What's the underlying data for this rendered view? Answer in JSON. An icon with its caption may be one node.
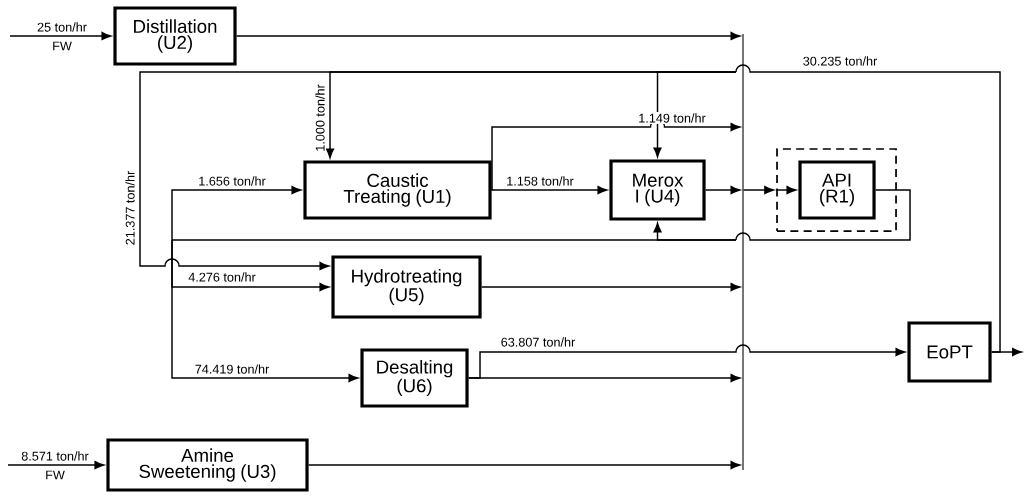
{
  "diagram": {
    "nodes": [
      {
        "text": [
          "Distillation (U2)"
        ]
      },
      {
        "text": [
          "Caustic Treating (U1)"
        ]
      },
      {
        "text": [
          "Merox I (U4)"
        ]
      },
      {
        "text": [],
        "shape": "box"
      },
      {
        "text": [
          "API (R1)"
        ],
        "in": 3
      },
      {
        "text": [
          "Hydrotreating (U5)"
        ]
      },
      {
        "text": [
          "Desalting (U6)"
        ]
      },
      {
        "text": [
          "EoPT"
        ]
      },
      {
        "text": [
          "Amine Sweetening (U3)"
        ]
      },
      {
        "text": [],
        "shape": "bar"
      }
    ],
    "edges": [
      {
        "from": null,
        "to": 0,
        "arrow": "to",
        "label": "25 ton/hr"
      },
      {
        "from": 0,
        "to": 9,
        "arrow": "to"
      },
      {
        "from": 1,
        "to": 2,
        "arrow": "to",
        "label": "1.158 ton/hr"
      },
      {
        "from": 1,
        "to": 9,
        "arrow": "to",
        "label": "1.149 ton/hr"
      },
      {
        "from": 2,
        "to": 9,
        "arrow": "to"
      },
      {
        "from": 9,
        "to": 3,
        "arrow": "to"
      },
      {
        "from": 3,
        "to": 4,
        "arrow": "to"
      },
      {
        "from": 4,
        "to": 2,
        "arrow": "to"
      },
      {
        "from": 4,
        "to": 1,
        "arrow": "to",
        "label": "1.656 ton/hr"
      },
      {
        "from": 4,
        "to": 5,
        "arrow": "to",
        "label": "4.276 ton/hr"
      },
      {
        "from": 4,
        "to": 6,
        "arrow": "to",
        "label": "74.419 ton/hr"
      },
      {
        "from": 5,
        "to": 9,
        "arrow": "to"
      },
      {
        "from": 6,
        "to": 9,
        "arrow": "to"
      },
      {
        "from": 6,
        "to": 7,
        "arrow": "to",
        "label": "63.807 ton/hr"
      },
      {
        "from": 7,
        "to": null,
        "arrow": "to"
      },
      {
        "from": 7,
        "to": 2,
        "arrow": "to",
        "label": "30.235 ton/hr"
      },
      {
        "from": 7,
        "to": 1,
        "arrow": "to",
        "label": "1.000 ton/hr"
      },
      {
        "from": 7,
        "to": 5,
        "arrow": "to",
        "label": "21.377 ton/hr"
      },
      {
        "from": null,
        "to": 8,
        "arrow": "to",
        "label": "8.571 ton/hr"
      },
      {
        "from": 8,
        "to": 9,
        "arrow": "to"
      }
    ],
    "labels": [
      "FW",
      "FW"
    ]
  }
}
